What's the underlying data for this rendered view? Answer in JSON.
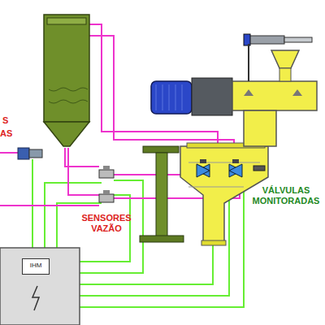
{
  "diagram": {
    "nodes": [
      {
        "text": [
          "IHM"
        ]
      }
    ],
    "labels": [
      "S",
      "AS",
      "SENSORES VAZÃO",
      "VÁLVULAS MONITORADAS"
    ]
  }
}
